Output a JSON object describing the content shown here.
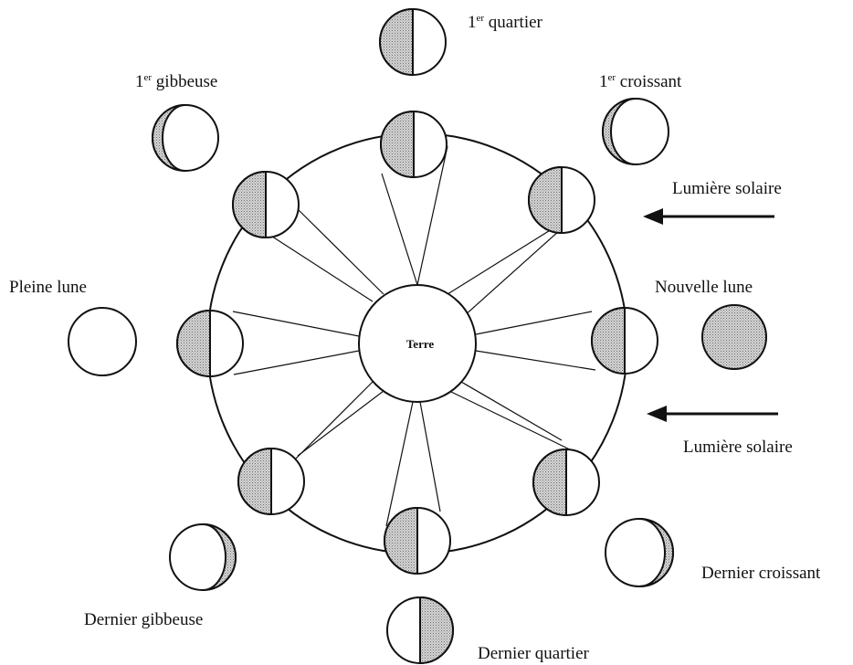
{
  "diagram": {
    "center_label": "Terre",
    "sunlight_top": "Lumière solaire",
    "sunlight_bottom": "Lumière solaire",
    "phases": {
      "first_quarter": {
        "num": "1",
        "sup": "er",
        "rest": " quartier"
      },
      "first_gibbous": {
        "num": "1",
        "sup": "er",
        "rest": " gibbeuse"
      },
      "first_crescent": {
        "num": "1",
        "sup": "er",
        "rest": " croissant"
      },
      "full_moon": "Pleine lune",
      "new_moon": "Nouvelle lune",
      "last_gibbous": "Dernier gibbeuse",
      "last_quarter": "Dernier quartier",
      "last_crescent": "Dernier croissant"
    }
  },
  "colors": {
    "line": "#111111",
    "shade": "#c9c9c9"
  }
}
